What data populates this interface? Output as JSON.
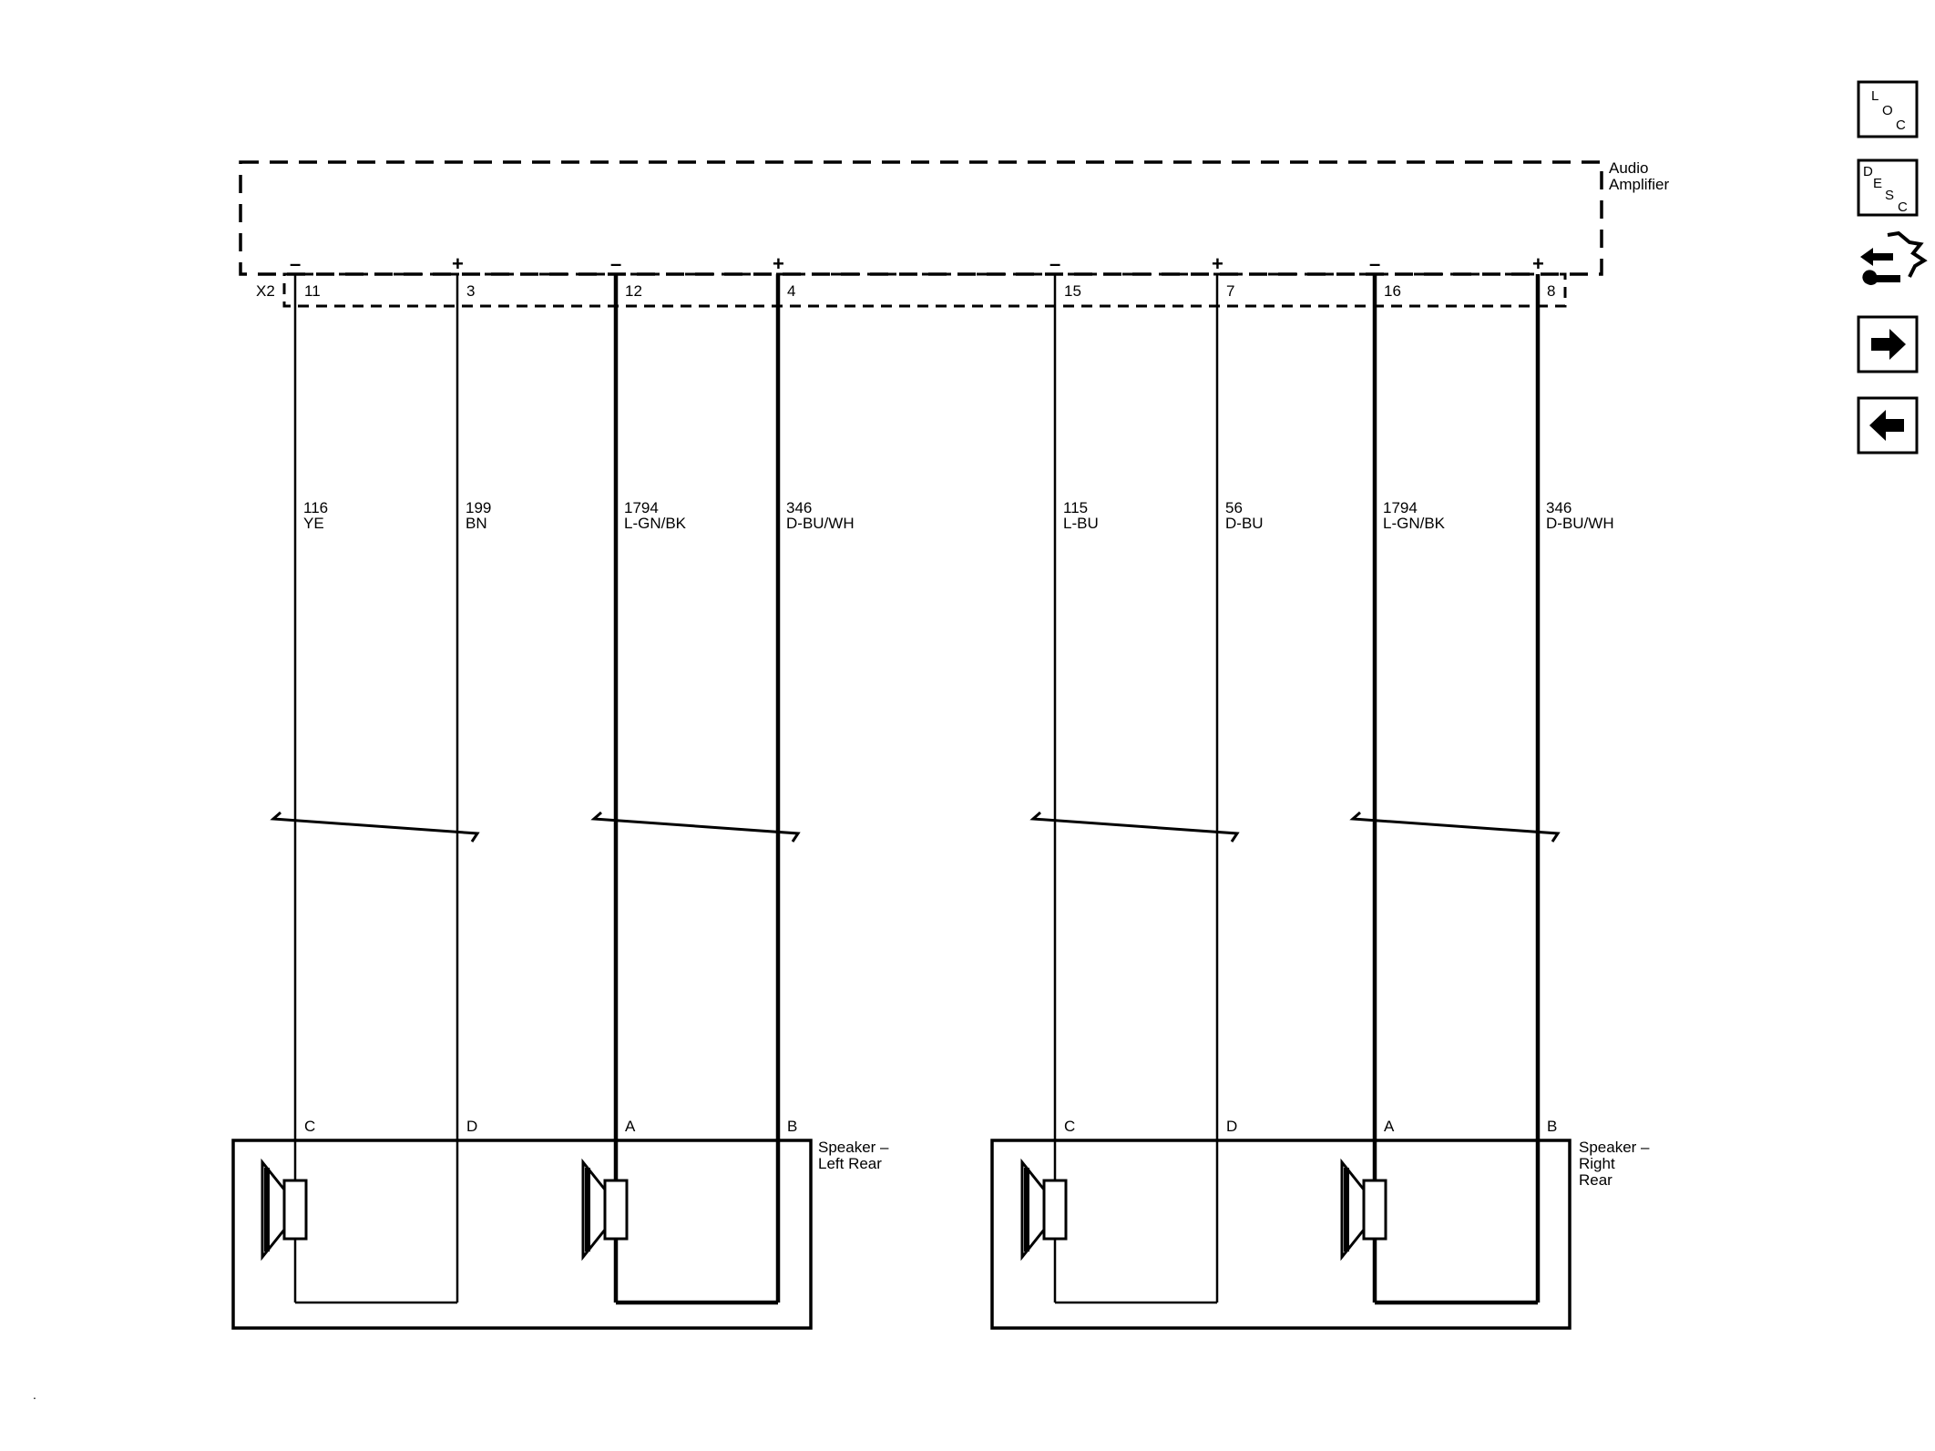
{
  "amplifier": {
    "name_line1": "Audio",
    "name_line2": "Amplifier",
    "connector": "X2"
  },
  "circuits": [
    {
      "polarity": "–",
      "pin": "11",
      "circuit": "116",
      "color": "YE",
      "speaker_pin": "C",
      "bold": false
    },
    {
      "polarity": "+",
      "pin": "3",
      "circuit": "199",
      "color": "BN",
      "speaker_pin": "D",
      "bold": false
    },
    {
      "polarity": "–",
      "pin": "12",
      "circuit": "1794",
      "color": "L-GN/BK",
      "speaker_pin": "A",
      "bold": true
    },
    {
      "polarity": "+",
      "pin": "4",
      "circuit": "346",
      "color": "D-BU/WH",
      "speaker_pin": "B",
      "bold": true
    },
    {
      "polarity": "–",
      "pin": "15",
      "circuit": "115",
      "color": "L-BU",
      "speaker_pin": "C",
      "bold": false
    },
    {
      "polarity": "+",
      "pin": "7",
      "circuit": "56",
      "color": "D-BU",
      "speaker_pin": "D",
      "bold": false
    },
    {
      "polarity": "–",
      "pin": "16",
      "circuit": "1794",
      "color": "L-GN/BK",
      "speaker_pin": "A",
      "bold": true
    },
    {
      "polarity": "+",
      "pin": "8",
      "circuit": "346",
      "color": "D-BU/WH",
      "speaker_pin": "B",
      "bold": true
    }
  ],
  "speakers": [
    {
      "name_lines": [
        "Speaker –",
        "Left Rear"
      ]
    },
    {
      "name_lines": [
        "Speaker –",
        "Right",
        "Rear"
      ]
    }
  ],
  "nav": {
    "loc_icon": {
      "letters": [
        "L",
        "O",
        "C"
      ]
    },
    "desc_icon": {
      "letters": [
        "D",
        "E",
        "S",
        "C"
      ]
    },
    "buttons": [
      "loc-icon",
      "desc-icon",
      "connector-tool-icon",
      "arrow-right-icon",
      "arrow-left-icon"
    ]
  },
  "footer_mark": "."
}
